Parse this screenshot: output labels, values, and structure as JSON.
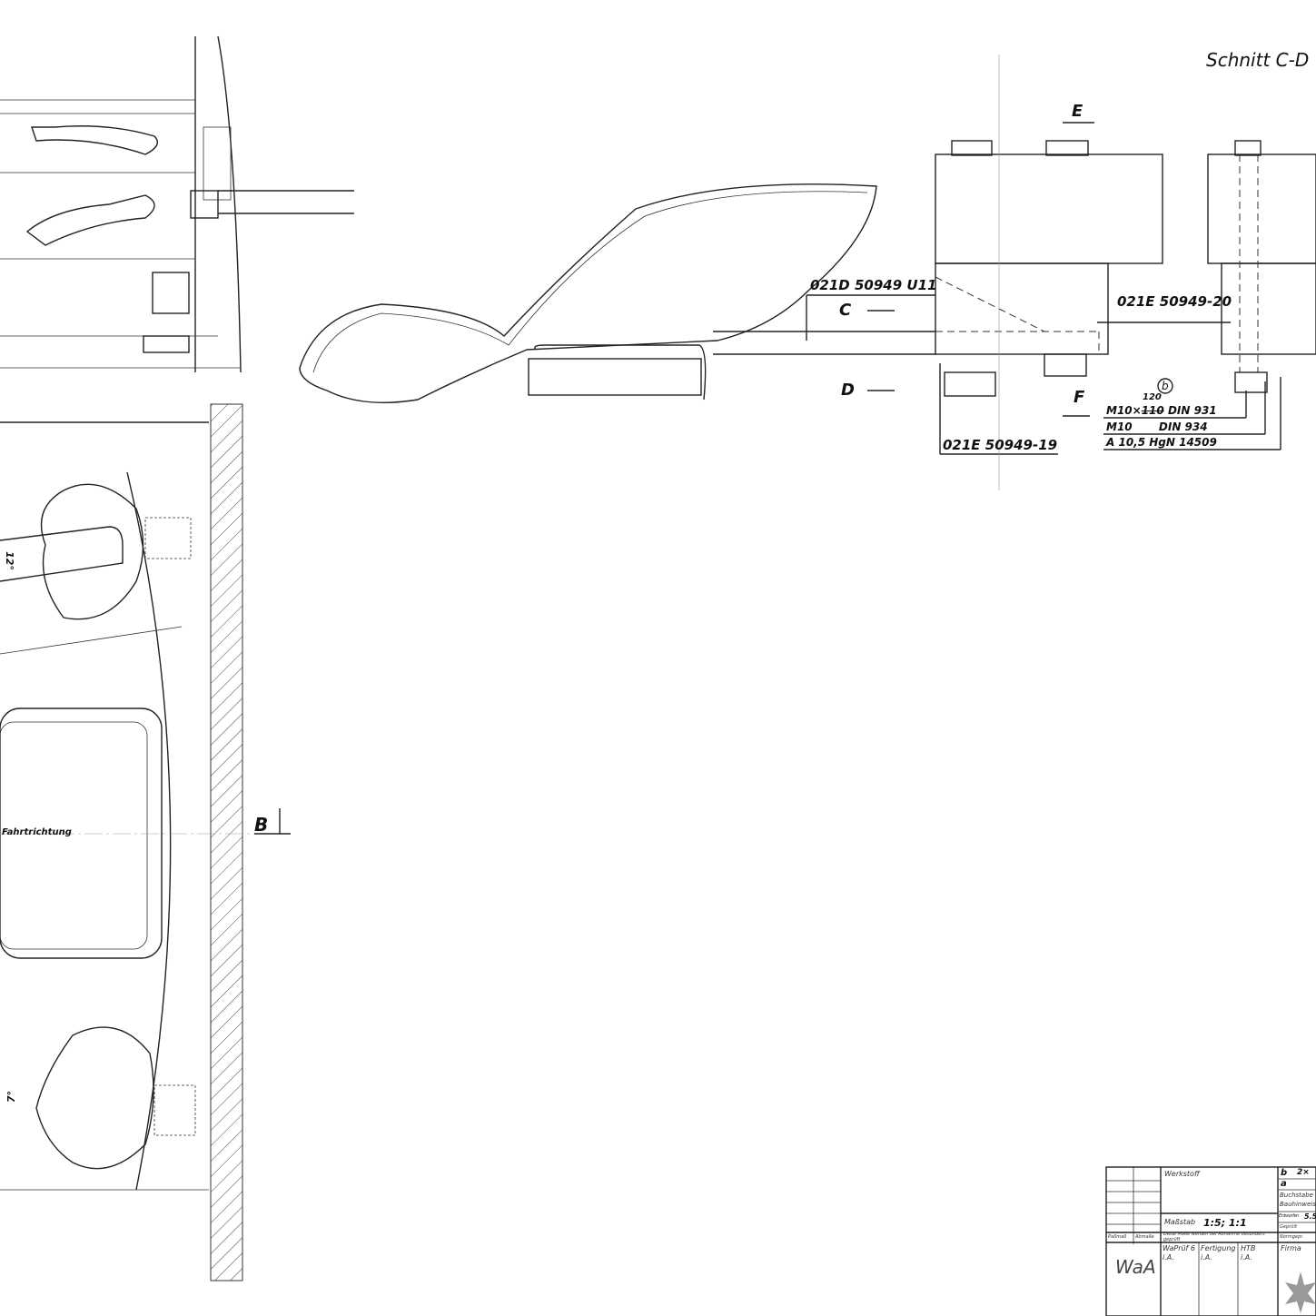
{
  "section_title": "Schnitt C-D",
  "section_markers": {
    "c": "C",
    "d": "D",
    "e": "E",
    "f": "F",
    "b": "B"
  },
  "part_numbers": {
    "u11": "021D 50949 U11",
    "p20": "021E 50949-20",
    "p19": "021E 50949-19"
  },
  "item_callout": "b",
  "parts_list": {
    "bolt_length_new": "120",
    "bolt_length_old": "110",
    "bolt": "M10×",
    "bolt_std": "DIN 931",
    "nut": "M10",
    "nut_std": "DIN 934",
    "washer": "A 10,5 HgN 14509"
  },
  "angle_labels": {
    "top": "12°",
    "bottom": "7°"
  },
  "direction_label": "Fahrtrichtung",
  "title_block": {
    "material_label": "Werkstoff",
    "scale_label": "Maßstab",
    "scale_value": "1:5; 1:1",
    "fit_label": "Paßmaß",
    "dims_label": "Abmaße",
    "note": "Diese Maße werden bei Abnahme besonders geprüft",
    "org": "WaA",
    "wapruef": "WaPrüf 6",
    "wapruef_ia": "i.A.",
    "fertigung": "Fertigung",
    "fertigung_ia": "i.A.",
    "htb": "HTB",
    "htb_ia": "i.A.",
    "firma": "Firma",
    "entworfen": "Entworfen",
    "entworfen_date": "5.5",
    "geprueft": "Geprüft",
    "normgepr": "Normgepr.",
    "rev_b": "b",
    "rev_a": "a",
    "qty": "2×",
    "buchstabe": "Buchstabe",
    "bauhinweis": "Bauhinweis"
  }
}
